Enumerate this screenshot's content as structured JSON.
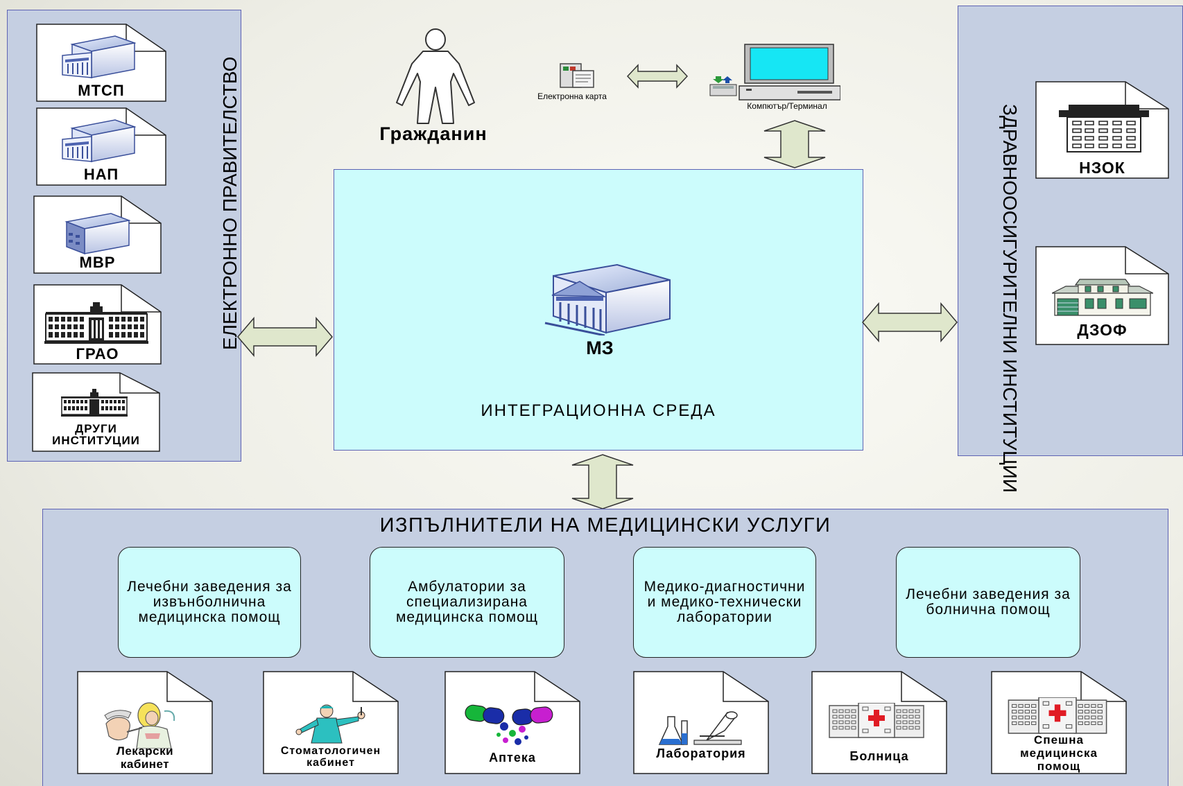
{
  "left_panel": {
    "title": "ЕЛЕКТРОННО ПРАВИТЕЛСТВО",
    "items": [
      {
        "label": "МТСП",
        "icon": "government-building-icon"
      },
      {
        "label": "НАП",
        "icon": "government-building-icon"
      },
      {
        "label": "МВР",
        "icon": "office-building-icon"
      },
      {
        "label": "ГРАО",
        "icon": "palace-building-icon"
      },
      {
        "label": "ДРУГИ ИНСТИТУЦИИ",
        "icon": "palace-building-icon"
      }
    ]
  },
  "top": {
    "citizen_label": "Гражданин",
    "card_label": "Електронна карта",
    "terminal_label": "Компютър/Терминал"
  },
  "center": {
    "node_label": "МЗ",
    "title": "ИНТЕГРАЦИОННА СРЕДА"
  },
  "right_panel": {
    "title": "ЗДРАВНООСИГУРИТЕЛНИ ИНСТИТУЦИИ",
    "items": [
      {
        "label": "НЗОК",
        "icon": "tower-building-icon"
      },
      {
        "label": "ДЗОФ",
        "icon": "house-icon"
      }
    ]
  },
  "bottom_panel": {
    "title": "ИЗПЪЛНИТЕЛИ НА МЕДИЦИНСКИ УСЛУГИ",
    "groups": [
      "Лечебни заведения за извънболнична медицинска помощ",
      "Амбулатории за специализирана медицинска помощ",
      "Медико-диагностични и медико-технически лаборатории",
      "Лечебни заведения за болнична помощ"
    ],
    "items": [
      {
        "label": "Лекарски кабинет",
        "icon": "doctor-patient-icon"
      },
      {
        "label": "Стоматологичен кабинет",
        "icon": "dentist-icon"
      },
      {
        "label": "Аптека",
        "icon": "pills-icon"
      },
      {
        "label": "Лаборатория",
        "icon": "lab-flask-microscope-icon"
      },
      {
        "label": "Болница",
        "icon": "hospital-icon"
      },
      {
        "label": "Спешна медицинска помощ",
        "icon": "hospital-icon"
      }
    ]
  },
  "colors": {
    "panel_bg": "#c5cfe2",
    "panel_border": "#5d62b3",
    "integration_bg": "#ccfcfc",
    "arrow_fill": "#dfe7cc"
  }
}
